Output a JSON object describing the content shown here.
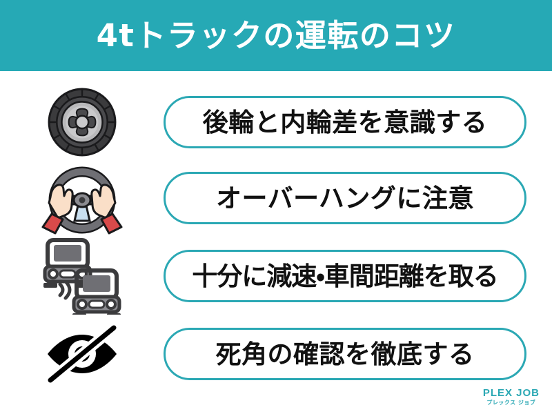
{
  "header": {
    "title": "4tトラックの運転のコツ",
    "background_color": "#26a9b5",
    "text_color": "#ffffff"
  },
  "theme": {
    "accent_color": "#2ba8b4",
    "page_background": "#ffffff",
    "pill_border_color": "#2ba8b4",
    "pill_text_color": "#111111"
  },
  "tips": [
    {
      "index": 1,
      "icon": "tire-icon",
      "label": "後輪と内輪差を意識する"
    },
    {
      "index": 2,
      "icon": "steering-wheel-hands-icon",
      "label": "オーバーハングに注意"
    },
    {
      "index": 3,
      "icon": "following-distance-cars-icon",
      "label": "十分に減速・車間距離を取る"
    },
    {
      "index": 4,
      "icon": "eye-slash-blind-spot-icon",
      "label": "死角の確認を徹底する"
    }
  ],
  "logo": {
    "main": "PLEX JOB",
    "sub": "プレックス ジョブ",
    "color": "#2ba8b4"
  }
}
